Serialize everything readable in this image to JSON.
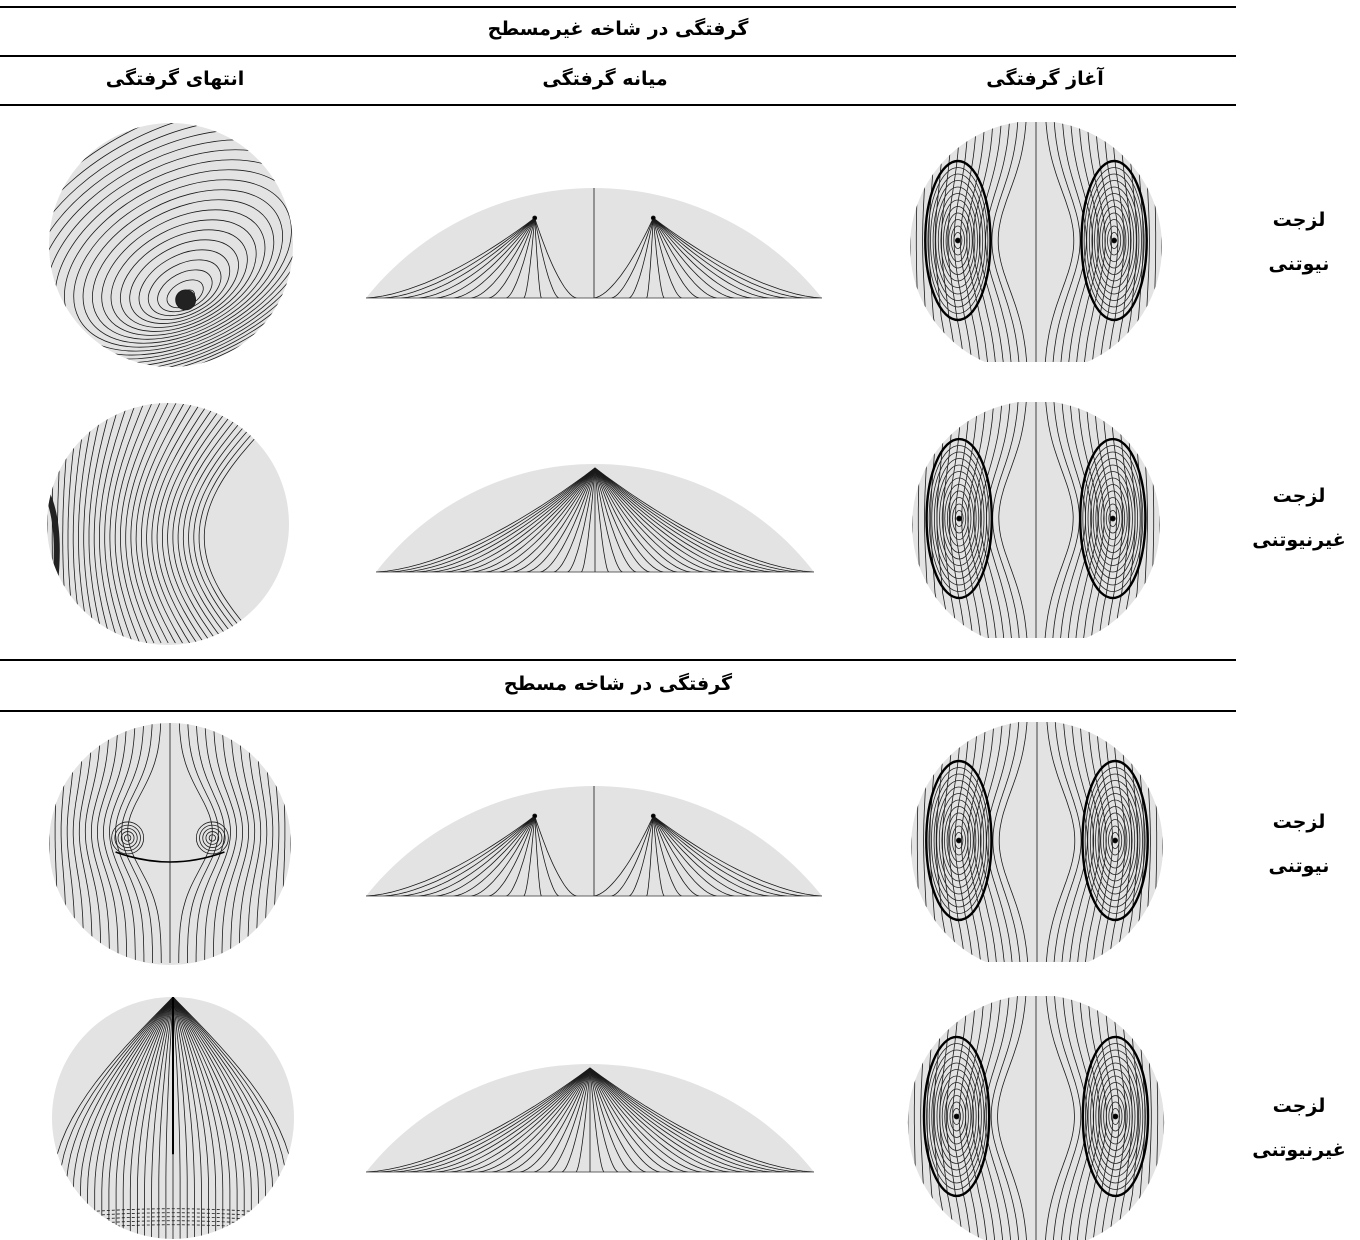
{
  "sections": [
    {
      "title": "گرفتگی در شاخه غیرمسطح"
    },
    {
      "title": "گرفتگی در شاخه مسطح"
    }
  ],
  "columns": {
    "end": "انتهای گرفتگی",
    "middle": "میانه گرفتگی",
    "start": "آغاز گرفتگی"
  },
  "rows": [
    {
      "line1": "لزجت",
      "line2": "نیوتنی"
    },
    {
      "line1": "لزجت",
      "line2": "غیرنیوتنی"
    },
    {
      "line1": "لزجت",
      "line2": "نیوتنی"
    },
    {
      "line1": "لزجت",
      "line2": "غیرنیوتنی"
    }
  ]
}
